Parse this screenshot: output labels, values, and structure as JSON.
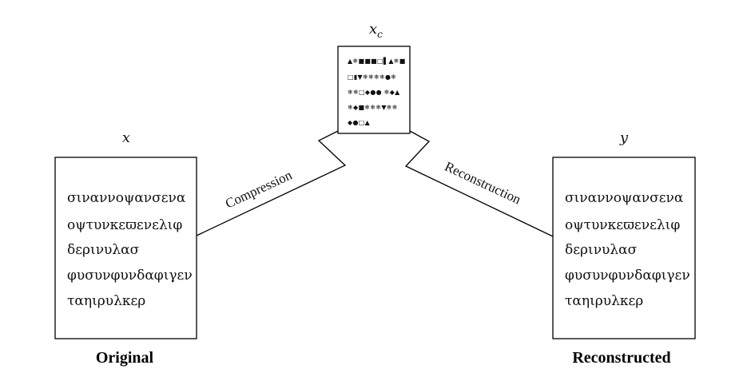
{
  "original": {
    "variable": "x",
    "caption": "Original",
    "lines": [
      "σιναννοψανσενα",
      "οψτυνκεϖενελιφ",
      "δερινυλασ",
      "φυσυνφυνδαφιγεν",
      "ταηιρυλκερ"
    ]
  },
  "compressed": {
    "variable": "x",
    "subscript": "c",
    "lines": [
      "▲❄■■■□▌▲❄■",
      "□▮▼❄❄❄❄●❄",
      "❄❄□◆●●    ❄◆▲",
      "❄◆■❄❄❄▼❄❄",
      "  ◆●□▲"
    ]
  },
  "reconstructed": {
    "variable": "y",
    "caption": "Reconstructed",
    "lines": [
      "σιναννοψανσενα",
      "οψτυνκεϖενελιφ",
      "δερινυλασ",
      "φυσυνφυνδαφιγεν",
      "ταηιρυλκερ"
    ]
  },
  "edges": {
    "compression": "Compression",
    "reconstruction": "Reconstruction"
  }
}
